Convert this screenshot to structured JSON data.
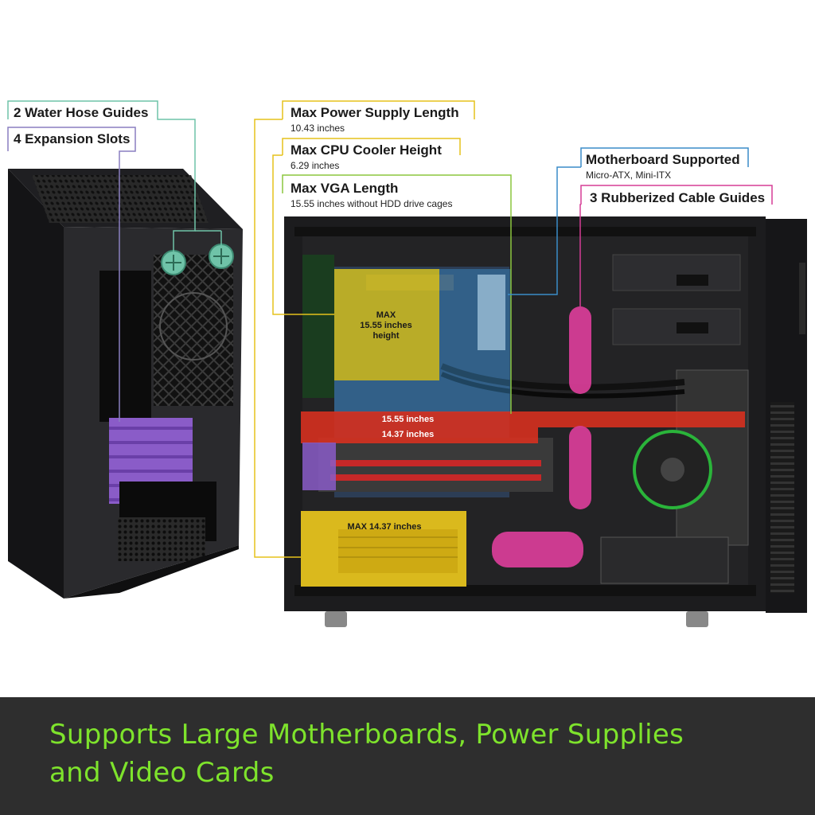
{
  "callouts": {
    "water_hose": {
      "title": "2 Water Hose Guides",
      "color": "#6fc3a8"
    },
    "expansion": {
      "title": "4 Expansion Slots",
      "color": "#8a7fc0"
    },
    "psu_length": {
      "title": "Max Power Supply Length",
      "sub": "10.43 inches",
      "color": "#e5c21c"
    },
    "cpu_height": {
      "title": "Max CPU Cooler Height",
      "sub": "6.29 inches",
      "color": "#e5c21c"
    },
    "vga_length": {
      "title": "Max VGA Length",
      "sub": "15.55 inches without HDD drive cages",
      "color": "#8cc63f"
    },
    "mobo": {
      "title": "Motherboard Supported",
      "sub": "Micro-ATX, Mini-ITX",
      "color": "#3a8cc8"
    },
    "cable_guides": {
      "title": "3 Rubberized Cable Guides",
      "color": "#d63d96"
    }
  },
  "overlays": {
    "cpu_max_line1": "MAX",
    "cpu_max_line2": "15.55 inches",
    "cpu_max_line3": "height",
    "vga_bar_top": "15.55 inches",
    "vga_bar_bottom": "14.37 inches",
    "psu_label": "MAX 14.37 inches"
  },
  "banner": {
    "line1": "Supports Large Motherboards, Power Supplies",
    "line2": "and Video Cards",
    "text_color": "#7ee32c",
    "bg_color": "#2e2e2e"
  },
  "colors": {
    "yellow_overlay": "#e8d21a",
    "blue_overlay": "#3a8cc8",
    "red_overlay": "#e0301e",
    "purple_overlay": "#8a5cc8",
    "pink_overlay": "#d63d96",
    "case_body": "#1c1c1e"
  }
}
